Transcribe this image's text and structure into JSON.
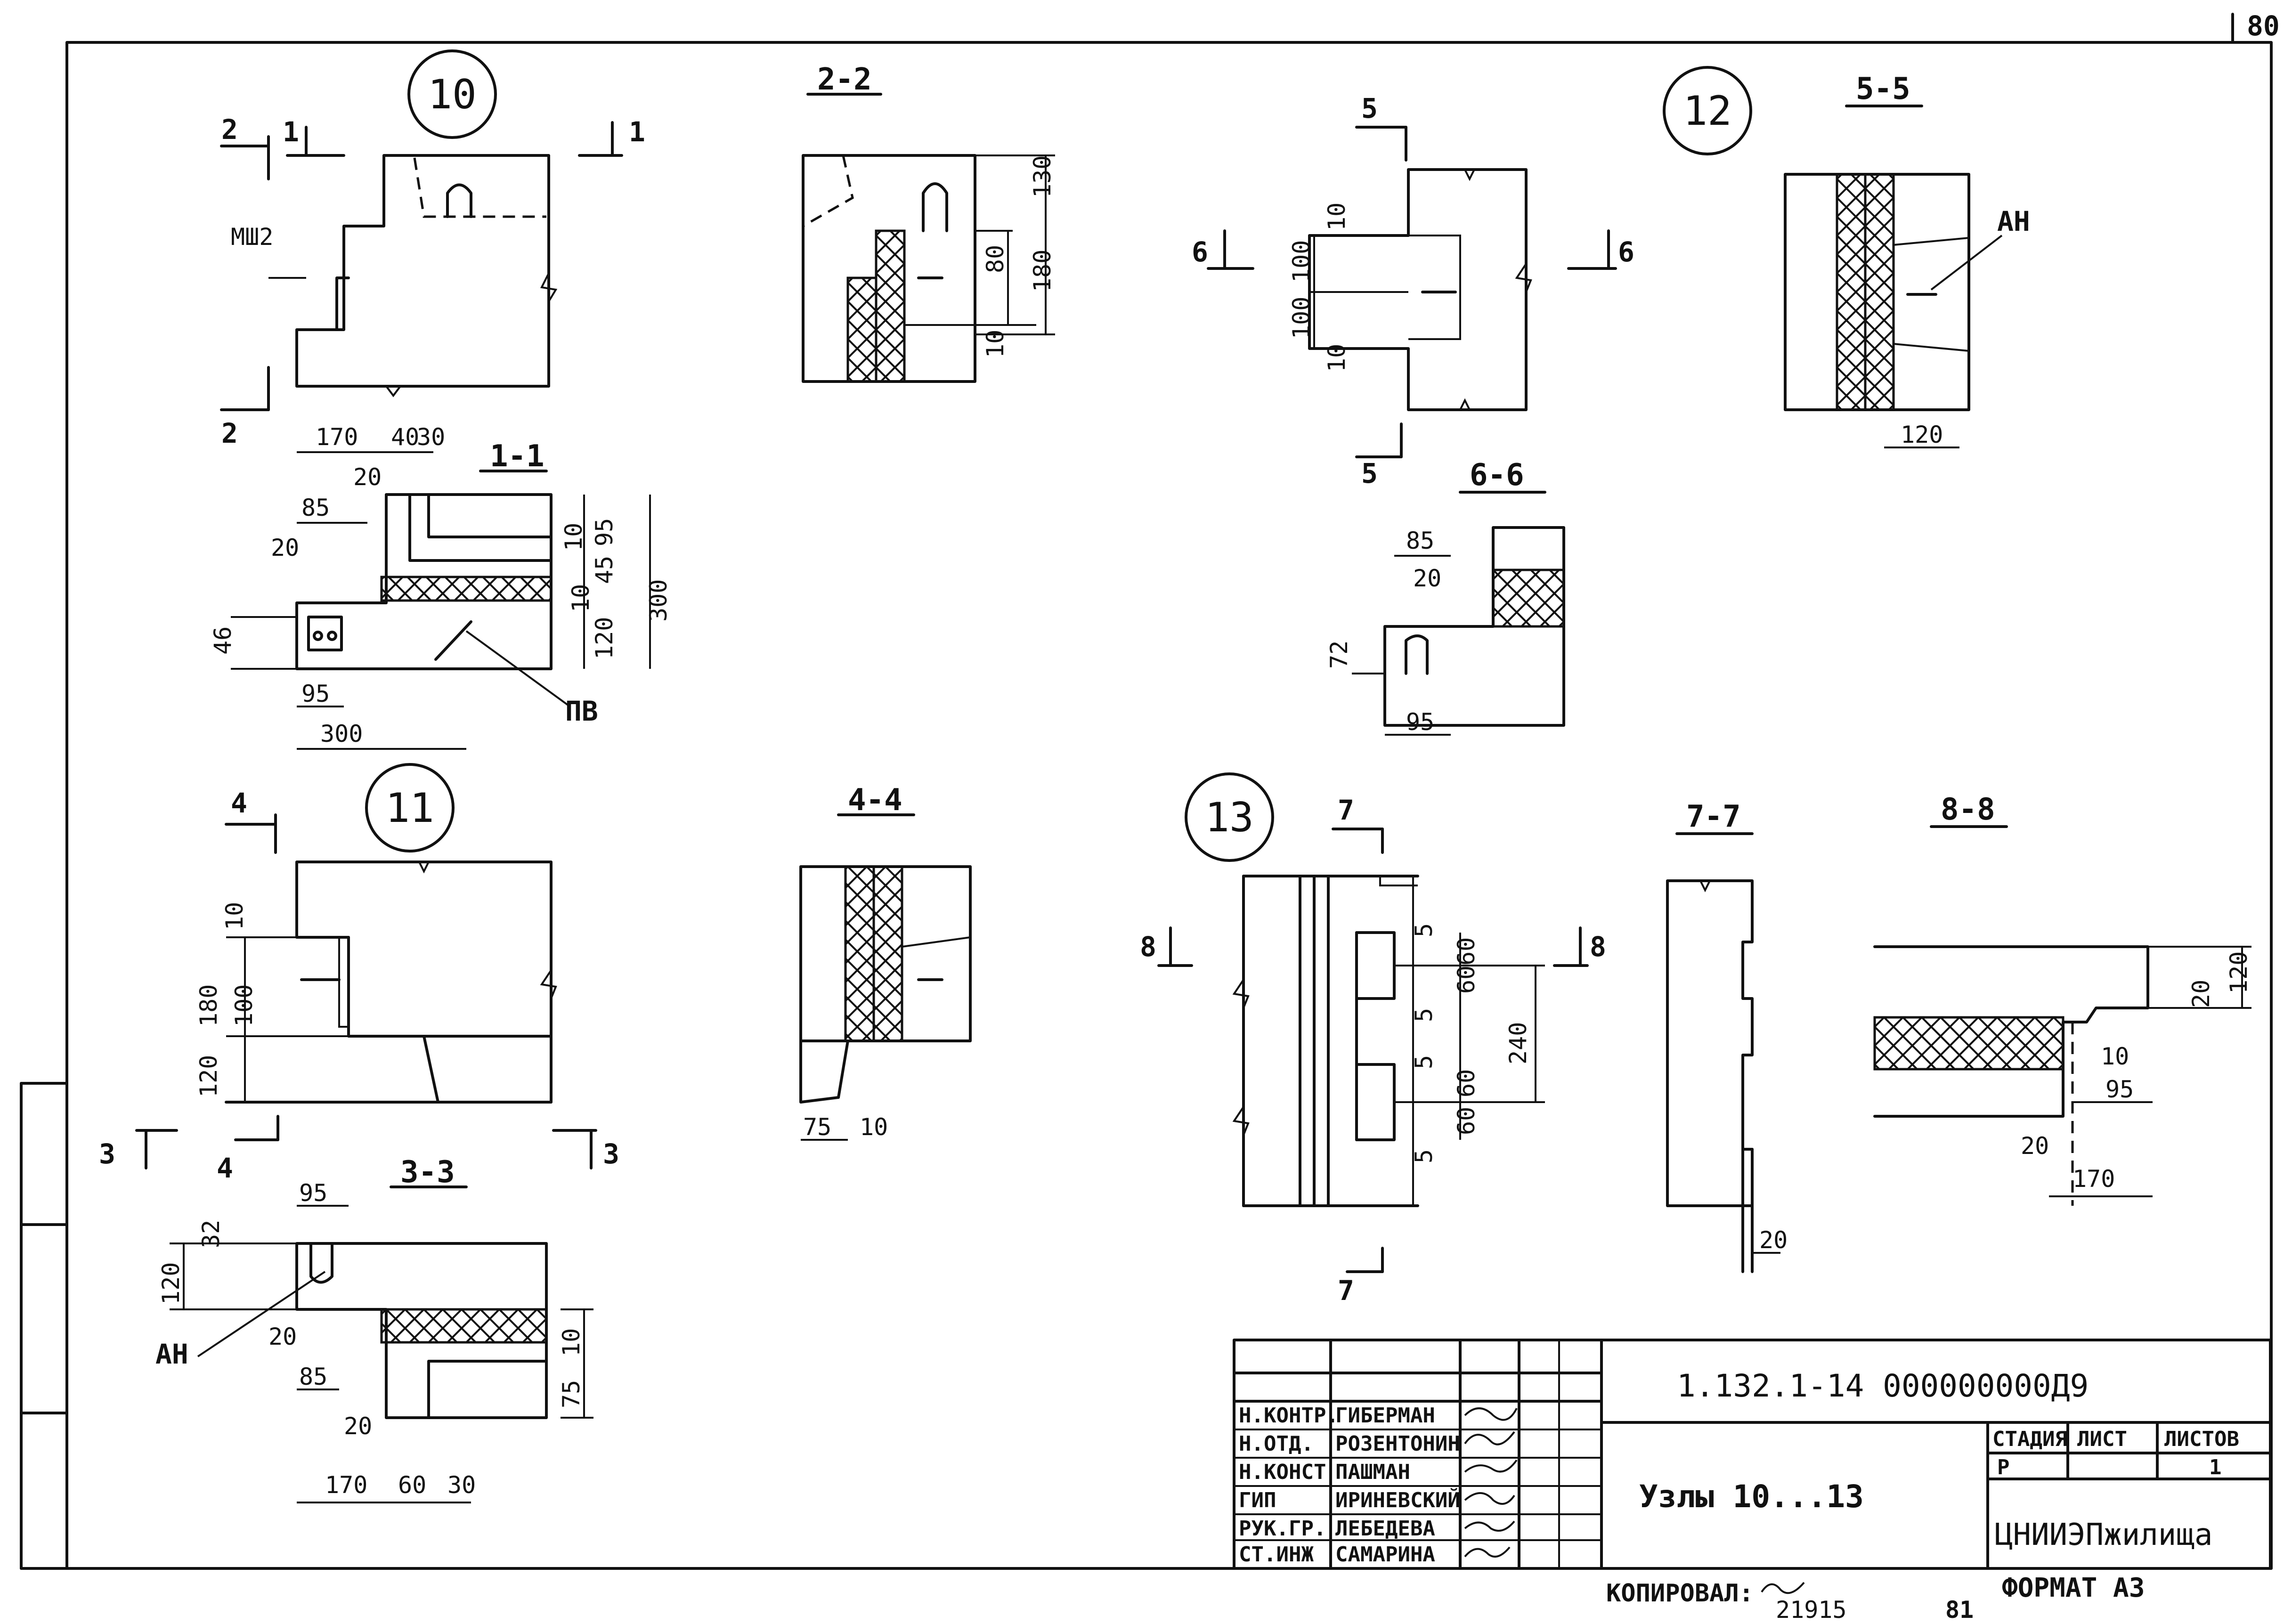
{
  "sheet_number": "80",
  "nodes": {
    "node10": {
      "number": "10",
      "cuts": {
        "c2": "2",
        "c1": "1",
        "c1r": "1",
        "c2b": "2"
      },
      "labels": {
        "msh": "МШ2",
        "pv": "ПВ"
      },
      "sec22": {
        "title": "2-2",
        "dims": [
          "130",
          "80",
          "180",
          "10"
        ]
      },
      "sec11": {
        "title": "1-1",
        "dims": [
          "170",
          "40",
          "30",
          "20",
          "85",
          "20",
          "10",
          "95",
          "45",
          "10",
          "300",
          "120",
          "46",
          "95",
          "300"
        ]
      }
    },
    "node11": {
      "number": "11",
      "cuts": {
        "c4": "4",
        "c4b": "4",
        "c3l": "3",
        "c3r": "3"
      },
      "label_an": "АН",
      "plan_dims": [
        "10",
        "180",
        "100",
        "120"
      ],
      "sec44": {
        "title": "4-4",
        "dims": [
          "75",
          "10"
        ]
      },
      "sec33": {
        "title": "3-3",
        "dims": [
          "95",
          "32",
          "120",
          "20",
          "85",
          "20",
          "10",
          "75",
          "170",
          "60",
          "30"
        ]
      }
    },
    "node12": {
      "number": "12",
      "cuts": {
        "c5": "5",
        "c5b": "5",
        "c6l": "6",
        "c6r": "6"
      },
      "label_an": "АН",
      "plan_dims": [
        "10",
        "100",
        "100",
        "10"
      ],
      "sec55": {
        "title": "5-5",
        "dims": [
          "120"
        ]
      },
      "sec66": {
        "title": "6-6",
        "dims": [
          "85",
          "20",
          "72",
          "95"
        ]
      }
    },
    "node13": {
      "number": "13",
      "cuts": {
        "c7": "7",
        "c7b": "7",
        "c8l": "8",
        "c8r": "8"
      },
      "plan_dims": [
        "5",
        "60",
        "60",
        "5",
        "240",
        "5",
        "60",
        "60",
        "5"
      ],
      "sec77": {
        "title": "7-7",
        "dims": [
          "20"
        ]
      },
      "sec88": {
        "title": "8-8",
        "dims": [
          "20",
          "120",
          "10",
          "95",
          "20",
          "170"
        ]
      }
    }
  },
  "title_block": {
    "roles": [
      "Н.КОНТР.",
      "Н.ОТД.",
      "Н.КОНСТ",
      "ГИП",
      "РУК.ГР.",
      "СТ.ИНЖ"
    ],
    "names": [
      "ГИБЕРМАН",
      "РОЗЕНТОНИН",
      "ПАШМАН",
      "ИРИНЕВСКИЙ",
      "ЛЕБЕДЕВА",
      "САМАРИНА"
    ],
    "doc_code": "1.132.1-14  000000000Д9",
    "title": "Узлы 10...13",
    "stage_label": "СТАДИЯ",
    "sheet_label": "ЛИСТ",
    "sheets_label": "ЛИСТОВ",
    "stage": "Р",
    "sheet": "",
    "sheets": "1",
    "org": "ЦНИИЭПжилища"
  },
  "footer": {
    "copied_label": "КОПИРОВАЛ:",
    "copied_num": "21915",
    "page": "81",
    "format": "ФОРМАТ А3"
  }
}
